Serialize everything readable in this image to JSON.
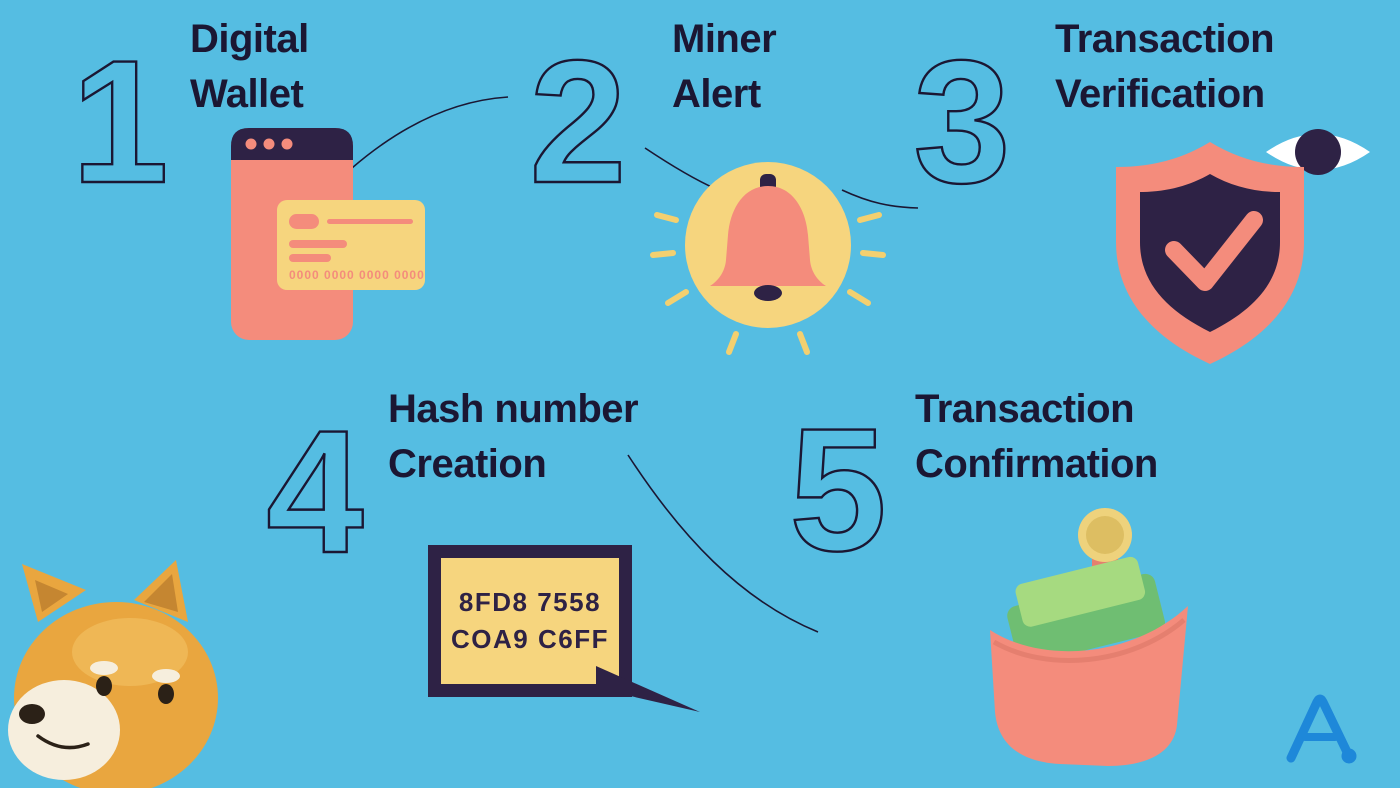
{
  "colors": {
    "background": "#55BDE2",
    "ink": "#1B1733",
    "dark_purple": "#2E2245",
    "coral": "#F48C7C",
    "yellow": "#F6D57E",
    "bill_green_dark": "#6FBE72",
    "bill_green_light": "#A6DA80",
    "doge_fur": "#E9A63F",
    "logo_blue": "#1E88D9"
  },
  "steps": [
    {
      "number": "1",
      "title_line1": "Digital",
      "title_line2": "Wallet",
      "icon": "smartphone-credit-card-icon"
    },
    {
      "number": "2",
      "title_line1": "Miner",
      "title_line2": "Alert",
      "icon": "bell-icon"
    },
    {
      "number": "3",
      "title_line1": "Transaction",
      "title_line2": "Verification",
      "icon": "shield-check-icon"
    },
    {
      "number": "4",
      "title_line1": "Hash number",
      "title_line2": "Creation",
      "icon": "hash-code-screen-icon"
    },
    {
      "number": "5",
      "title_line1": "Transaction",
      "title_line2": "Confirmation",
      "icon": "wallet-coin-icon"
    }
  ],
  "wallet_card_number": "0000 0000 0000 0000",
  "hash_code": {
    "line1": "8FD8 7558",
    "line2": "COA9 C6FF"
  },
  "decorations": {
    "mascot": "doge-shiba-inu-mascot",
    "eye": "eye-icon",
    "brand_logo": "letter-a-logo"
  }
}
